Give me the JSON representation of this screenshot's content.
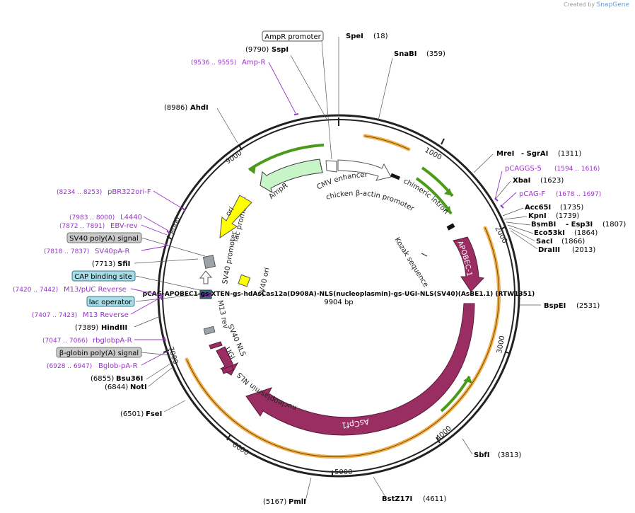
{
  "credit": {
    "prefix": "Created by",
    "brand": "SnapGene"
  },
  "plasmid": {
    "name": "pCAG-APOBEC1-gs-XTEN-gs-hdAsCas12a(D908A)-NLS(nucleoplasmin)-gs-UGI-NLS(SV40)(AsBE1.1) (RTW1351)",
    "length_label": "9904 bp",
    "length_bp": 9904
  },
  "ticks": [
    "1000",
    "2000",
    "3000",
    "4000",
    "5000",
    "6000",
    "7000",
    "8000",
    "9000"
  ],
  "enzymes": [
    {
      "id": "spei",
      "name": "SpeI",
      "pos": "(18)"
    },
    {
      "id": "snabi",
      "name": "SnaBI",
      "pos": "(359)"
    },
    {
      "id": "mrei",
      "name": "MreI",
      "extra": "- SgrAI",
      "pos": "(1311)"
    },
    {
      "id": "xbai",
      "name": "XbaI",
      "pos": "(1623)"
    },
    {
      "id": "acc65i",
      "name": "Acc65I",
      "pos": "(1735)"
    },
    {
      "id": "kpni",
      "name": "KpnI",
      "pos": "(1739)"
    },
    {
      "id": "bsmbi",
      "name": "BsmBI",
      "extra": "- Esp3I",
      "pos": "(1807)"
    },
    {
      "id": "eco53ki",
      "name": "Eco53kI",
      "pos": "(1864)"
    },
    {
      "id": "saci",
      "name": "SacI",
      "pos": "(1866)"
    },
    {
      "id": "draiii",
      "name": "DraIII",
      "pos": "(2013)"
    },
    {
      "id": "bspei",
      "name": "BspEI",
      "pos": "(2531)"
    },
    {
      "id": "sbfi",
      "name": "SbfI",
      "pos": "(3813)"
    },
    {
      "id": "bstz17i",
      "name": "BstZ17I",
      "pos": "(4611)"
    },
    {
      "id": "pmli",
      "name": "PmlI",
      "pos": "(5167)"
    },
    {
      "id": "fsei",
      "name": "FseI",
      "pos": "(6501)"
    },
    {
      "id": "noti",
      "name": "NotI",
      "pos": "(6844)"
    },
    {
      "id": "bsu36i",
      "name": "Bsu36I",
      "pos": "(6855)"
    },
    {
      "id": "hindiii",
      "name": "HindIII",
      "pos": "(7389)"
    },
    {
      "id": "sfii",
      "name": "SfiI",
      "pos": "(7713)"
    },
    {
      "id": "ahdi",
      "name": "AhdI",
      "pos": "(8986)"
    },
    {
      "id": "sspi",
      "name": "SspI",
      "pos": "(9790)"
    }
  ],
  "primers": [
    {
      "id": "amp-r",
      "name": "Amp-R",
      "pos": "(9536 .. 9555)"
    },
    {
      "id": "pcaggs-5",
      "name": "pCAGGS-5",
      "pos": "(1594 .. 1616)"
    },
    {
      "id": "pcag-f",
      "name": "pCAG-F",
      "pos": "(1678 .. 1697)"
    },
    {
      "id": "pbr322ori-f",
      "name": "pBR322ori-F",
      "pos": "(8234 .. 8253)"
    },
    {
      "id": "l4440",
      "name": "L4440",
      "pos": "(7983 .. 8000)"
    },
    {
      "id": "ebv-rev",
      "name": "EBV-rev",
      "pos": "(7872 .. 7891)"
    },
    {
      "id": "sv40pa-r",
      "name": "SV40pA-R",
      "pos": "(7818 .. 7837)"
    },
    {
      "id": "m13-puc-reverse",
      "name": "M13/pUC Reverse",
      "pos": "(7420 .. 7442)"
    },
    {
      "id": "m13-reverse",
      "name": "M13 Reverse",
      "pos": "(7407 .. 7423)"
    },
    {
      "id": "rbglobpa-r",
      "name": "rbglobpA-R",
      "pos": "(7047 .. 7066)"
    },
    {
      "id": "bglob-pa-r",
      "name": "Bglob-pA-R",
      "pos": "(6928 .. 6947)"
    }
  ],
  "boxed_features": [
    {
      "id": "ampr-promoter",
      "name": "AmpR promoter"
    },
    {
      "id": "sv40-polya-signal",
      "name": "SV40 poly(A) signal"
    },
    {
      "id": "cap-binding-site",
      "name": "CAP binding site"
    },
    {
      "id": "lac-operator",
      "name": "lac operator"
    },
    {
      "id": "beta-globin-polya-signal",
      "name": "β-globin poly(A) signal"
    }
  ],
  "features": {
    "ampr": "AmpR",
    "ori": "ori",
    "cmv_enhancer": "CMV enhancer",
    "chicken_actin_promoter": "chicken β-actin promoter",
    "chimeric_intron": "chimeric intron",
    "apobec1": "APOBEC-1",
    "kozak": "Kozak sequence",
    "ascpf1": "AsCpf1",
    "nucleoplasmin_nls": "nucleoplasmin NLS",
    "ugi": "UGI",
    "sv40_nls": "SV40 NLS",
    "m13_rev": "M13 rev",
    "lac_promoter": "lac promoter",
    "sv40_promoter": "SV40 promoter",
    "sv40_ori": "SV40 ori"
  },
  "colors": {
    "backbone": "#222222",
    "enzyme_text": "#000000",
    "position_text": "#000000",
    "primer": "#9933cc",
    "primer_arrow": "#4a9b1a",
    "orf_highlight": "#f0b04c",
    "cds": "#9a2e63",
    "ampr": "#c8f5c8",
    "ori": "#ffff00",
    "gray_feature": "#9ea3a8",
    "cap_box": "#a9dce7",
    "gray_box": "#c9c9c9"
  }
}
